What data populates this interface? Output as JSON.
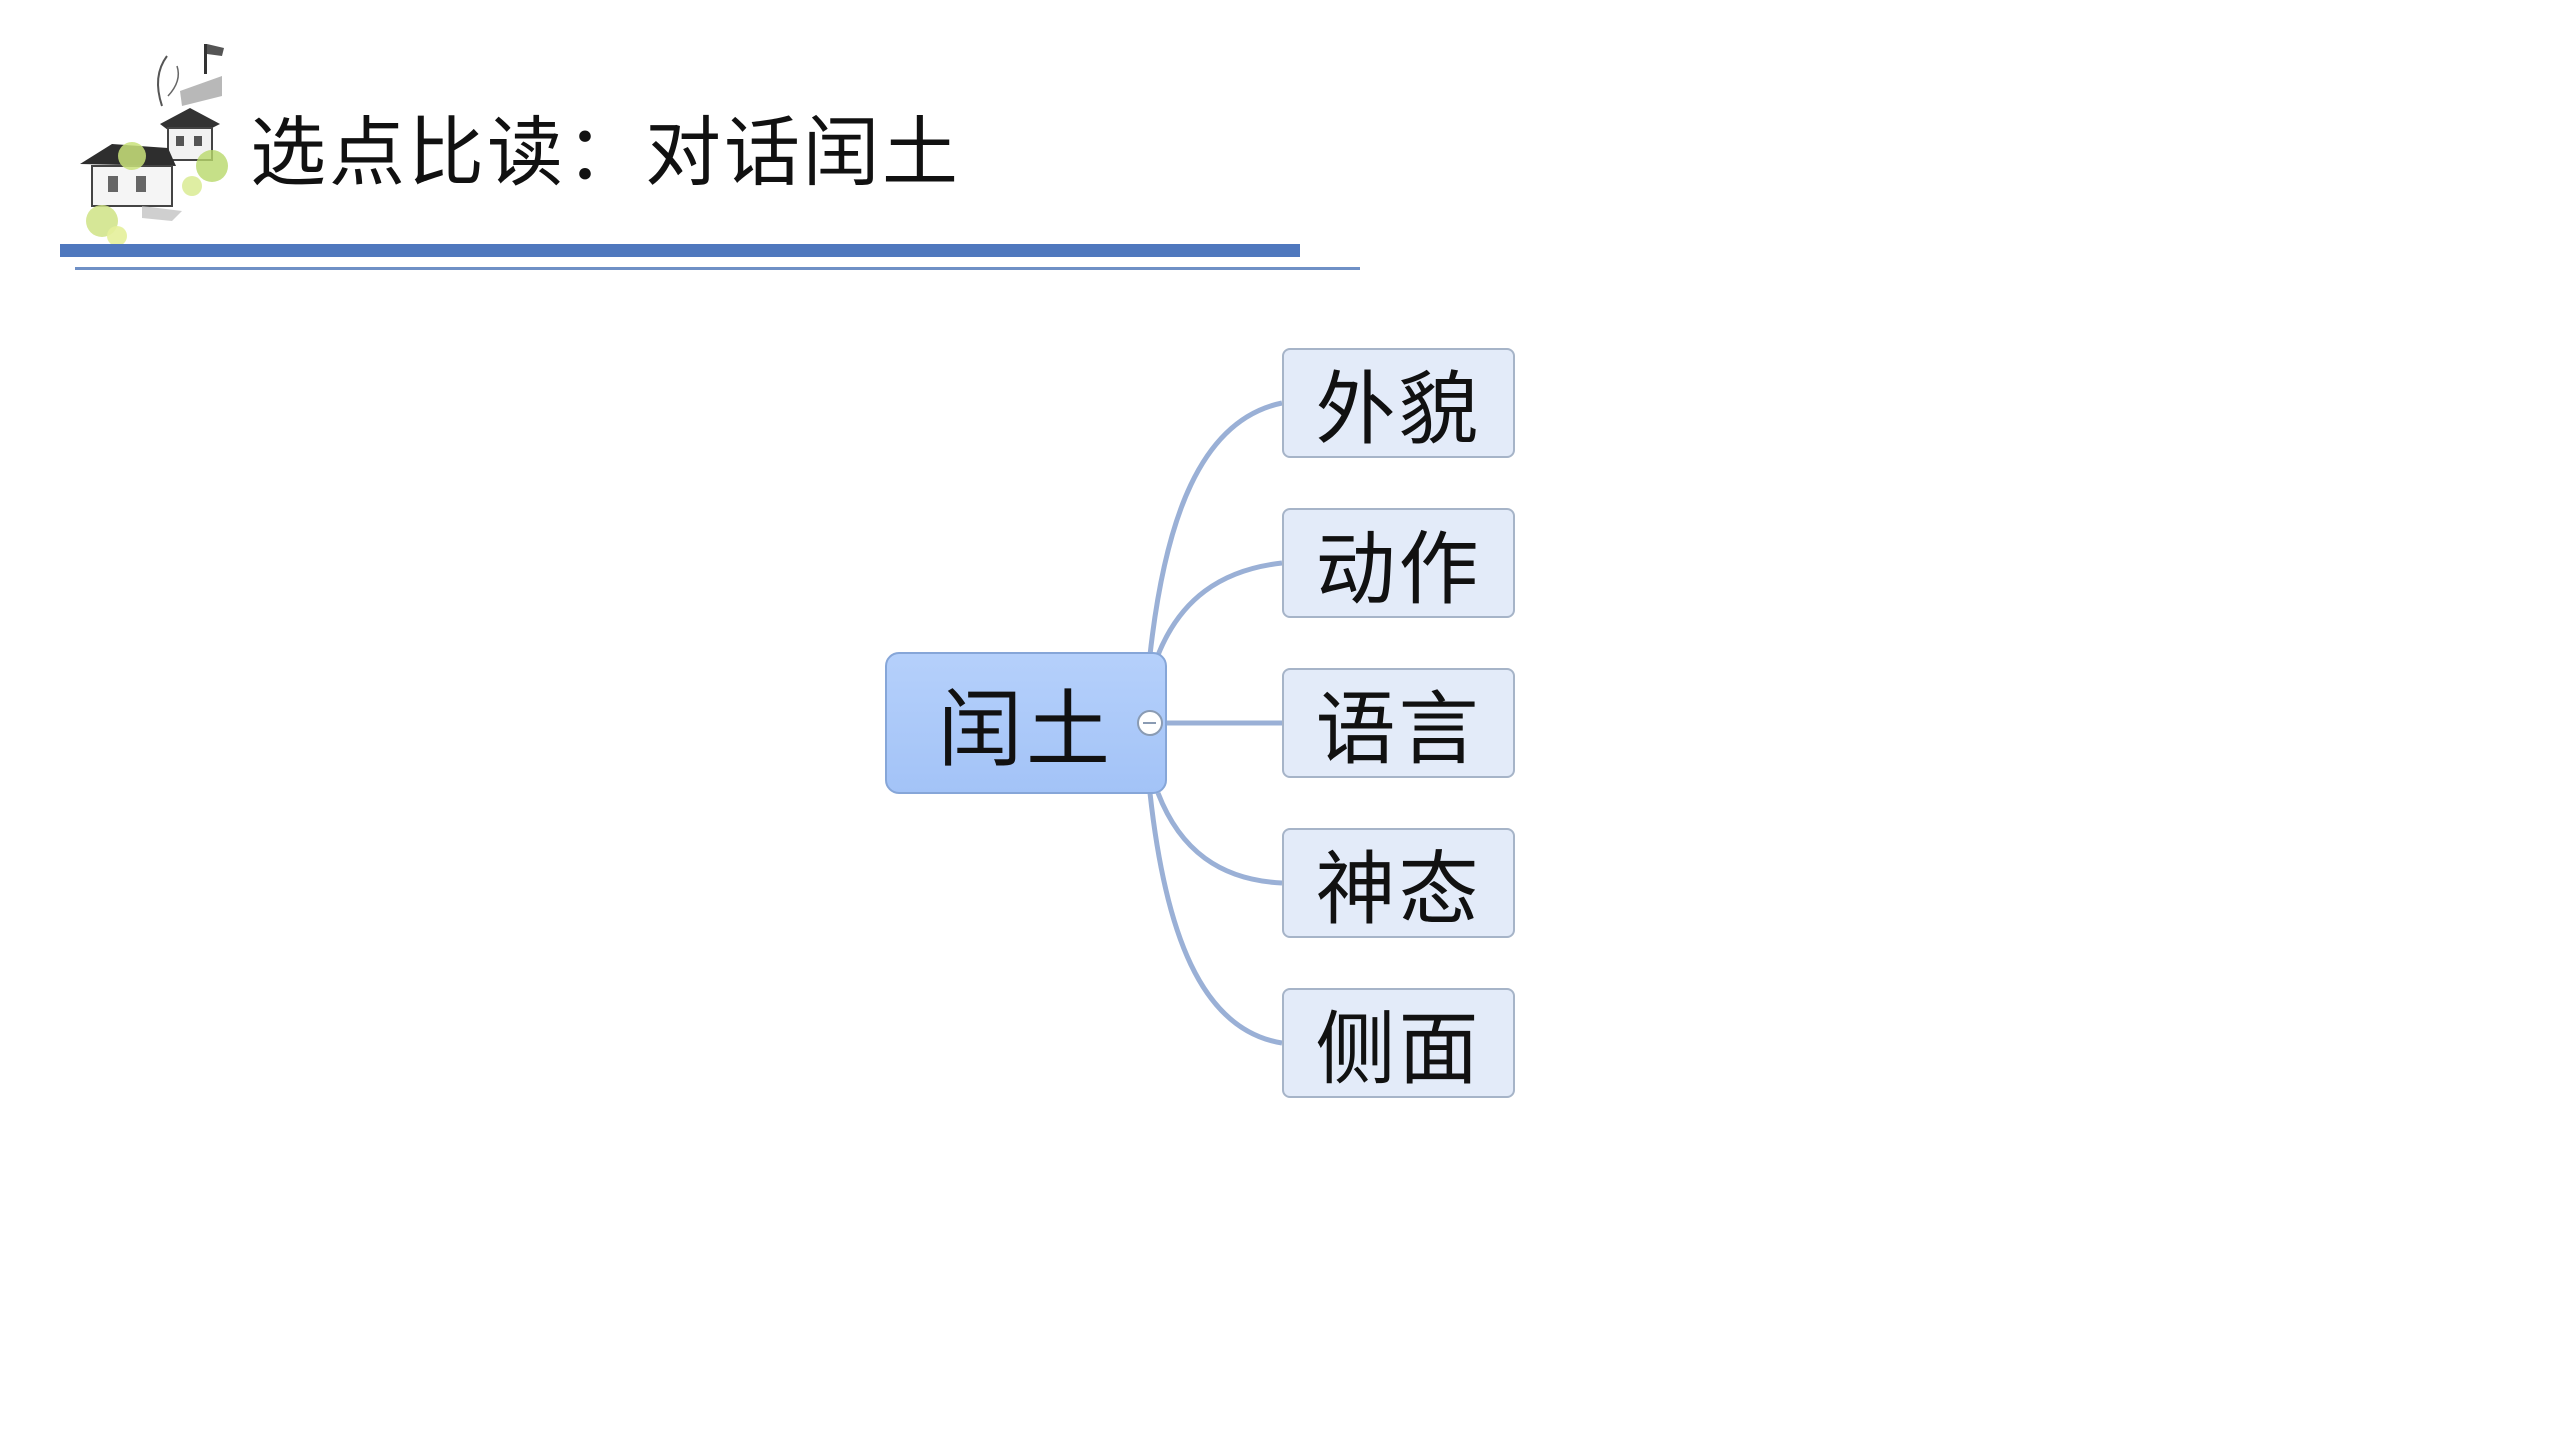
{
  "slide": {
    "title": "选点比读：对话闰土"
  },
  "mindmap": {
    "central": "闰土",
    "branches": [
      {
        "label": "外貌"
      },
      {
        "label": "动作"
      },
      {
        "label": "语言"
      },
      {
        "label": "神态"
      },
      {
        "label": "侧面"
      }
    ]
  },
  "colors": {
    "accent_rule": "#4f78be",
    "central_fill": "#a3c3f7",
    "branch_fill": "#e3ebf9",
    "connector": "#9ab0d6"
  }
}
